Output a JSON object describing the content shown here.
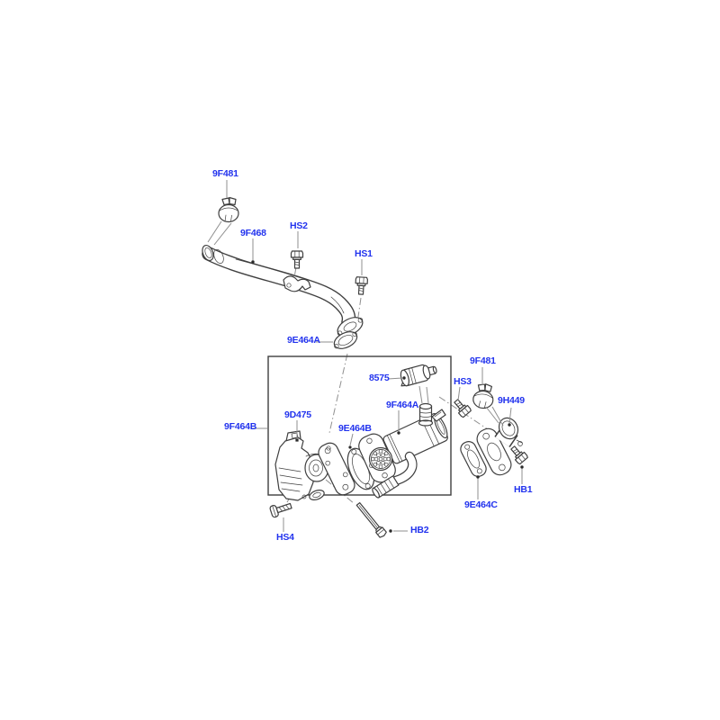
{
  "diagram": {
    "figure_type": "exploded-parts-diagram",
    "colors": {
      "background": "#ffffff",
      "label": "#2233ee",
      "line_art": "#3f3f3f",
      "leader": "#8f8f8f"
    },
    "parts": [
      {
        "id": "clamp-top",
        "label": "9F481"
      },
      {
        "id": "pipe",
        "label": "9F468"
      },
      {
        "id": "screw-hs2",
        "label": "HS2"
      },
      {
        "id": "screw-hs1",
        "label": "HS1"
      },
      {
        "id": "gasket-a",
        "label": "9E464A"
      },
      {
        "id": "solenoid",
        "label": "8575"
      },
      {
        "id": "cooler",
        "label": "9F464A"
      },
      {
        "id": "valve",
        "label": "9D475"
      },
      {
        "id": "gasket-b",
        "label": "9E464B"
      },
      {
        "id": "assembly",
        "label": "9F464B"
      },
      {
        "id": "clamp-right",
        "label": "9F481"
      },
      {
        "id": "screw-hs3",
        "label": "HS3"
      },
      {
        "id": "outlet-tube",
        "label": "9H449"
      },
      {
        "id": "bolt-hb1",
        "label": "HB1"
      },
      {
        "id": "gasket-c",
        "label": "9E464C"
      },
      {
        "id": "screw-hs4",
        "label": "HS4"
      },
      {
        "id": "bolt-hb2",
        "label": "HB2"
      }
    ]
  }
}
